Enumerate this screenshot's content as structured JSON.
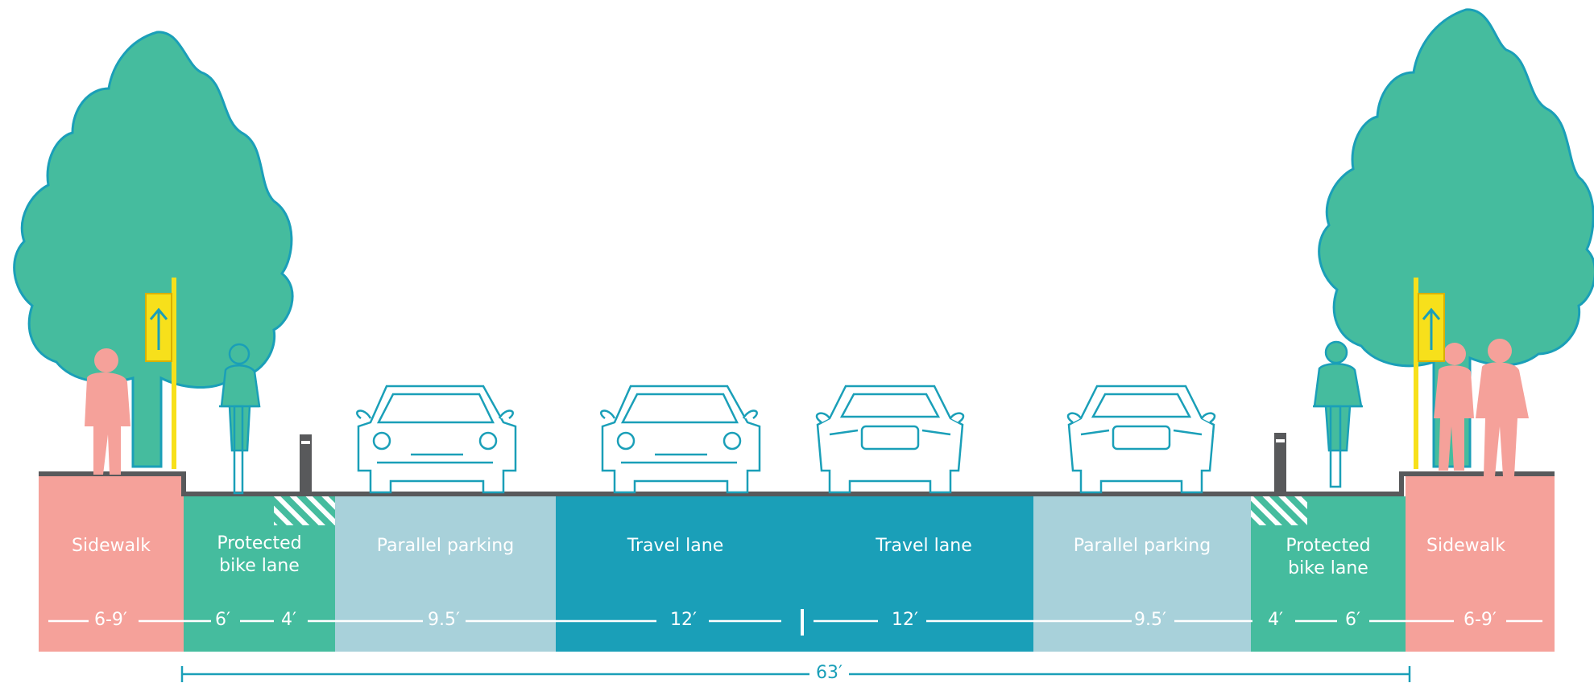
{
  "segments": [
    {
      "label": "Sidewalk",
      "color": "#f5a19a"
    },
    {
      "label": "Protected\nbike lane",
      "color": "#45bc9e"
    },
    {
      "label": "Parallel parking",
      "color": "#a8d1da"
    },
    {
      "label": "Travel lane",
      "color": "#1a9fb8"
    },
    {
      "label": "Travel lane",
      "color": "#1a9fb8"
    },
    {
      "label": "Parallel parking",
      "color": "#a8d1da"
    },
    {
      "label": "Protected\nbike lane",
      "color": "#45bc9e"
    },
    {
      "label": "Sidewalk",
      "color": "#f5a19a"
    }
  ],
  "dimensions": [
    "6-9′",
    "6′",
    "4′",
    "9.5′",
    "12′",
    "12′",
    "9.5′",
    "4′",
    "6′",
    "6-9′"
  ],
  "total_width": "63′",
  "icons": [
    "tree-icon",
    "pedestrian-icon",
    "cyclist-icon",
    "bollard-icon",
    "car-front-icon",
    "car-rear-icon",
    "bike-sign-icon"
  ],
  "colors": {
    "tree": "#45bc9e",
    "outline": "#1a9fb8",
    "sign": "#f7e01b",
    "curb": "#58595b"
  }
}
